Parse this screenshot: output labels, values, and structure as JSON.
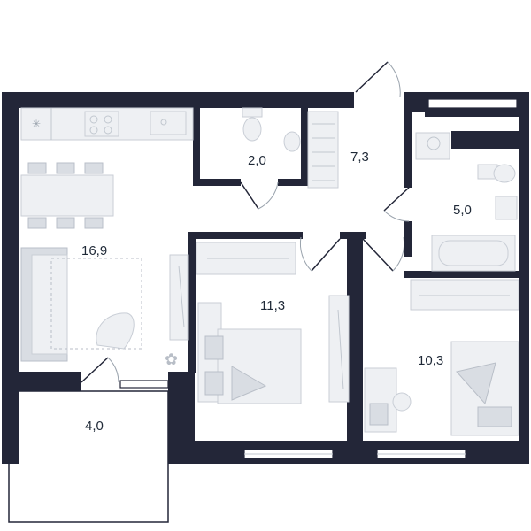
{
  "plan": {
    "rooms": [
      {
        "id": "living-kitchen",
        "area": "16,9"
      },
      {
        "id": "wc",
        "area": "2,0"
      },
      {
        "id": "hall",
        "area": "7,3"
      },
      {
        "id": "bathroom",
        "area": "5,0"
      },
      {
        "id": "bedroom-1",
        "area": "11,3"
      },
      {
        "id": "bedroom-2",
        "area": "10,3"
      },
      {
        "id": "balcony",
        "area": "4,0"
      }
    ],
    "colors": {
      "wall": "#232638",
      "furniture": "#eef0f3",
      "text": "#1f2937"
    }
  }
}
